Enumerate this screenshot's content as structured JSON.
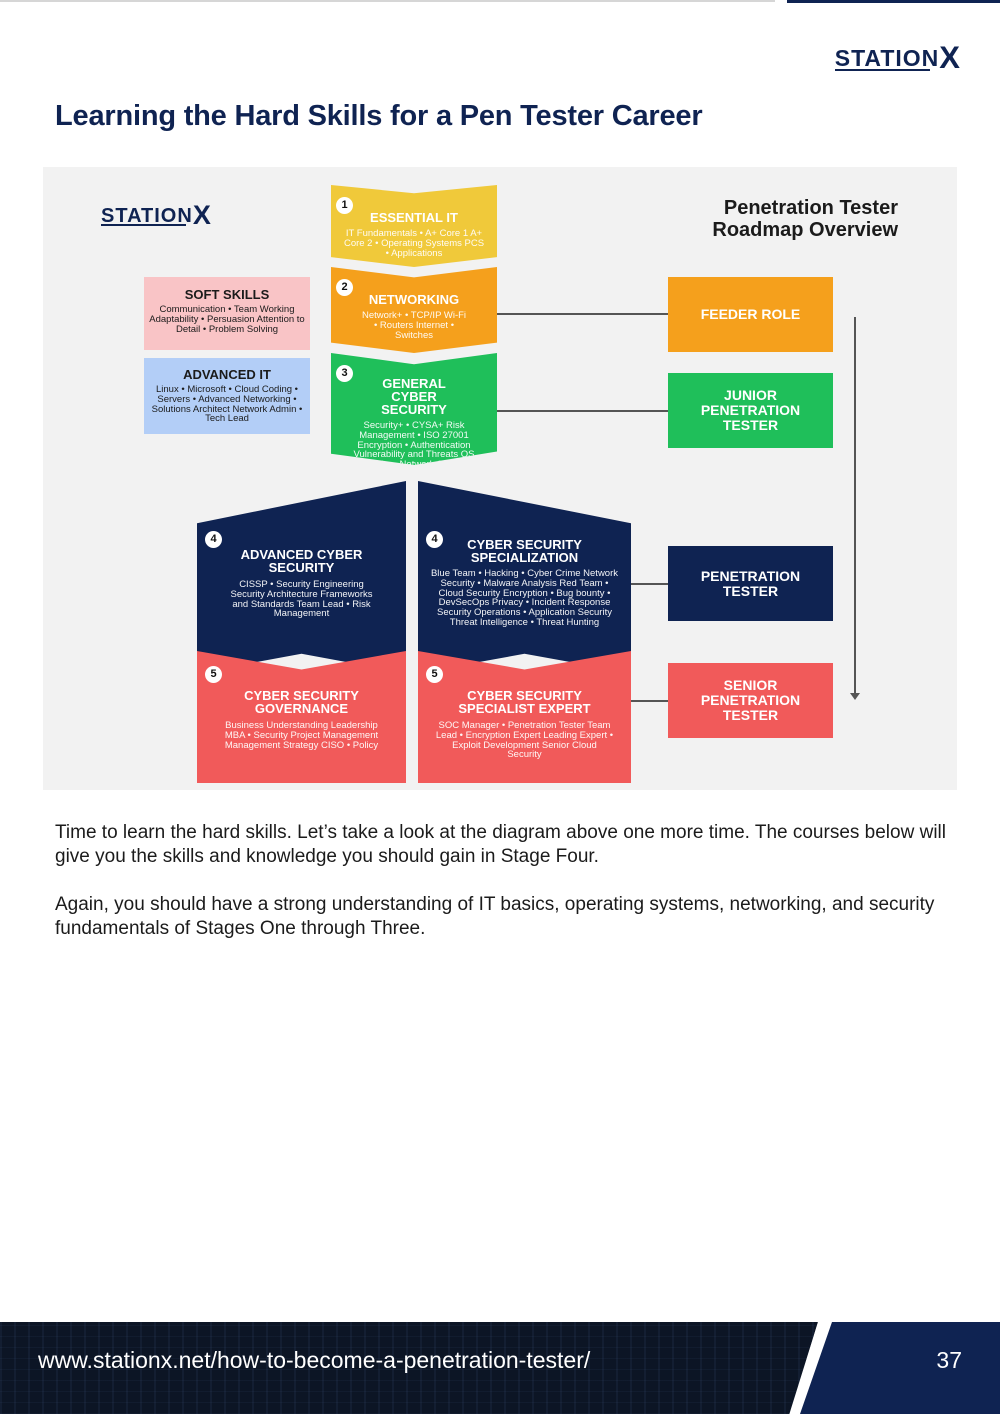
{
  "brand": {
    "logo_main": "STATION",
    "logo_x": "X"
  },
  "page": {
    "title": "Learning the Hard Skills for a Pen Tester Career",
    "paragraphs": [
      "Time to learn the hard skills. Let’s take a look at the diagram above one more time. The courses below will give you the skills and knowledge you should gain in Stage Four.",
      "Again, you should have a strong understanding of IT basics, operating systems, networking, and security fundamentals of Stages One through Three."
    ]
  },
  "diagram": {
    "title": "Penetration Tester Roadmap Overview",
    "stages": [
      {
        "num": "1",
        "title": "ESSENTIAL IT",
        "details": "IT Fundamentals  •  A+ Core 1  A+ Core 2  •  Operating Systems  PCS  •  Applications"
      },
      {
        "num": "2",
        "title": "NETWORKING",
        "details": "Network+  •  TCP/IP  Wi-Fi  •  Routers  Internet  •  Switches"
      },
      {
        "num": "3",
        "title": "GENERAL CYBER SECURITY",
        "details": "Security+  •  CYSA+  Risk Management  •  ISO 27001  Encryption  •  Authentication  Vulnerability and Threats  OS Security  •  Network Security"
      },
      {
        "num": "4",
        "title": "ADVANCED CYBER SECURITY",
        "details": "CISSP  •  Security Engineering  Security Architecture  Frameworks and Standards  Team Lead  • Risk Management"
      },
      {
        "num": "4",
        "title": "CYBER SECURITY SPECIALIZATION",
        "details": "Blue Team  •  Hacking  • Cyber Crime  Network Security  •  Malware Analysis  Red Team • Cloud Security  Encryption  •  Bug bounty  •  DevSecOps  Privacy  •  Incident Response  Security Operations  •  Application Security  Threat Intelligence  •  Threat Hunting"
      },
      {
        "num": "5",
        "title": "CYBER SECURITY GOVERNANCE",
        "details": "Business Understanding Leadership  MBA  •  Security Project Management  Management Strategy  CISO  •  Policy"
      },
      {
        "num": "5",
        "title": "CYBER SECURITY SPECIALIST EXPERT",
        "details": "SOC Manager •  Penetration Tester  Team Lead  •  Encryption Expert  Leading Expert  •  Exploit Development  Senior Cloud Security"
      }
    ],
    "side_boxes": [
      {
        "title": "SOFT SKILLS",
        "details": "Communication  •  Team Working  Adaptability  •  Persuasion  Attention to Detail  •  Problem Solving",
        "color": "#f9c4c6"
      },
      {
        "title": "ADVANCED IT",
        "details": "Linux  •  Microsoft  •  Cloud  Coding  •  Servers  •  Advanced  Networking  •  Solutions Architect  Network Admin  •  Tech Lead",
        "color": "#b3cef7"
      }
    ],
    "roles": [
      {
        "label": "FEEDER ROLE",
        "color": "#f5a01c"
      },
      {
        "label": "JUNIOR PENETRATION TESTER",
        "color": "#1fbf5a"
      },
      {
        "label": "PENETRATION TESTER",
        "color": "#0f2352"
      },
      {
        "label": "SENIOR PENETRATION TESTER",
        "color": "#f15a5a"
      }
    ],
    "colors": {
      "yellow": "#f0c93a",
      "orange": "#f5a01c",
      "green": "#1fbf5a",
      "navy": "#0f2352",
      "red": "#f15a5a"
    }
  },
  "footer": {
    "url": "www.stationx.net/how-to-become-a-penetration-tester/",
    "page_number": "37"
  }
}
